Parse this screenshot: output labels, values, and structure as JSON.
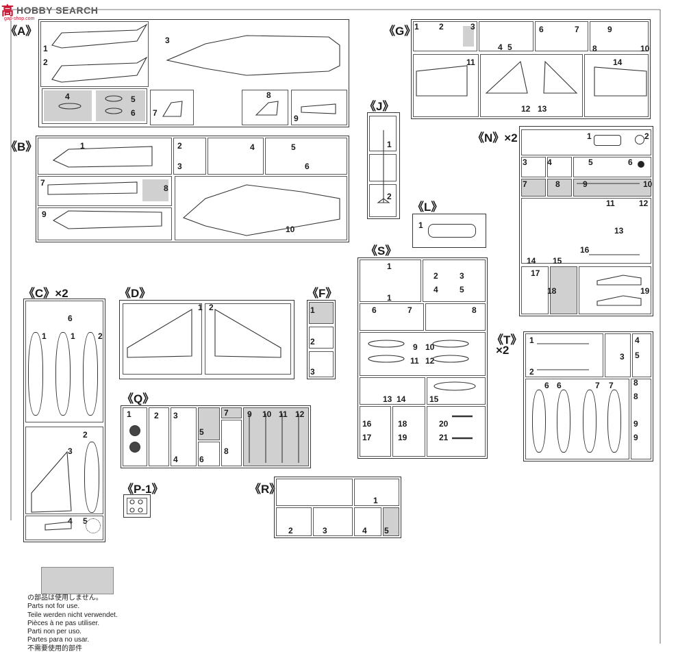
{
  "watermark": {
    "logo": "高",
    "text": "HOBBY SEARCH",
    "sub": "gap-shop.com"
  },
  "runners": {
    "A": {
      "label": "《A》",
      "parts": [
        "1",
        "2",
        "3",
        "4",
        "5",
        "6",
        "7",
        "8",
        "9"
      ]
    },
    "B": {
      "label": "《B》",
      "parts": [
        "1",
        "2",
        "3",
        "4",
        "5",
        "6",
        "7",
        "8",
        "9",
        "10"
      ]
    },
    "C": {
      "label": "《C》×2",
      "parts": [
        "6",
        "1",
        "1",
        "2",
        "2",
        "3",
        "4",
        "5"
      ]
    },
    "D": {
      "label": "《D》",
      "parts": [
        "1",
        "2"
      ]
    },
    "F": {
      "label": "《F》",
      "parts": [
        "1",
        "2",
        "3"
      ]
    },
    "G": {
      "label": "《G》",
      "parts": [
        "1",
        "2",
        "3",
        "4",
        "5",
        "6",
        "7",
        "8",
        "9",
        "10",
        "11",
        "12",
        "13",
        "14"
      ]
    },
    "J": {
      "label": "《J》",
      "parts": [
        "1",
        "2"
      ]
    },
    "L": {
      "label": "《L》",
      "parts": [
        "1"
      ]
    },
    "N": {
      "label": "《N》×2",
      "parts": [
        "1",
        "2",
        "3",
        "4",
        "5",
        "6",
        "7",
        "8",
        "9",
        "10",
        "11",
        "12",
        "13",
        "14",
        "15",
        "16",
        "17",
        "18",
        "19"
      ]
    },
    "P1": {
      "label": "《P-1》",
      "parts": []
    },
    "Q": {
      "label": "《Q》",
      "parts": [
        "1",
        "2",
        "3",
        "4",
        "5",
        "6",
        "7",
        "8",
        "9",
        "10",
        "11",
        "12"
      ]
    },
    "R": {
      "label": "《R》",
      "parts": [
        "1",
        "2",
        "3",
        "4",
        "5"
      ]
    },
    "S": {
      "label": "《S》",
      "parts": [
        "1",
        "1",
        "2",
        "3",
        "4",
        "5",
        "6",
        "7",
        "8",
        "9",
        "10",
        "11",
        "12",
        "13",
        "14",
        "15",
        "16",
        "17",
        "18",
        "19",
        "20",
        "21"
      ]
    },
    "T": {
      "label": "《T》",
      "multiplier": "×2",
      "parts": [
        "1",
        "2",
        "3",
        "4",
        "5",
        "6",
        "6",
        "7",
        "7",
        "8",
        "8",
        "9",
        "9"
      ]
    }
  },
  "legend": {
    "lines": [
      "の部品は使用しません。",
      "Parts not for use.",
      "Teile werden nicht verwendet.",
      "Pièces à ne pas utiliser.",
      "Parti non per uso.",
      "Partes para no usar.",
      "不需要使用的部件"
    ]
  },
  "colors": {
    "shade": "#d0d0d0",
    "line": "#333333"
  }
}
